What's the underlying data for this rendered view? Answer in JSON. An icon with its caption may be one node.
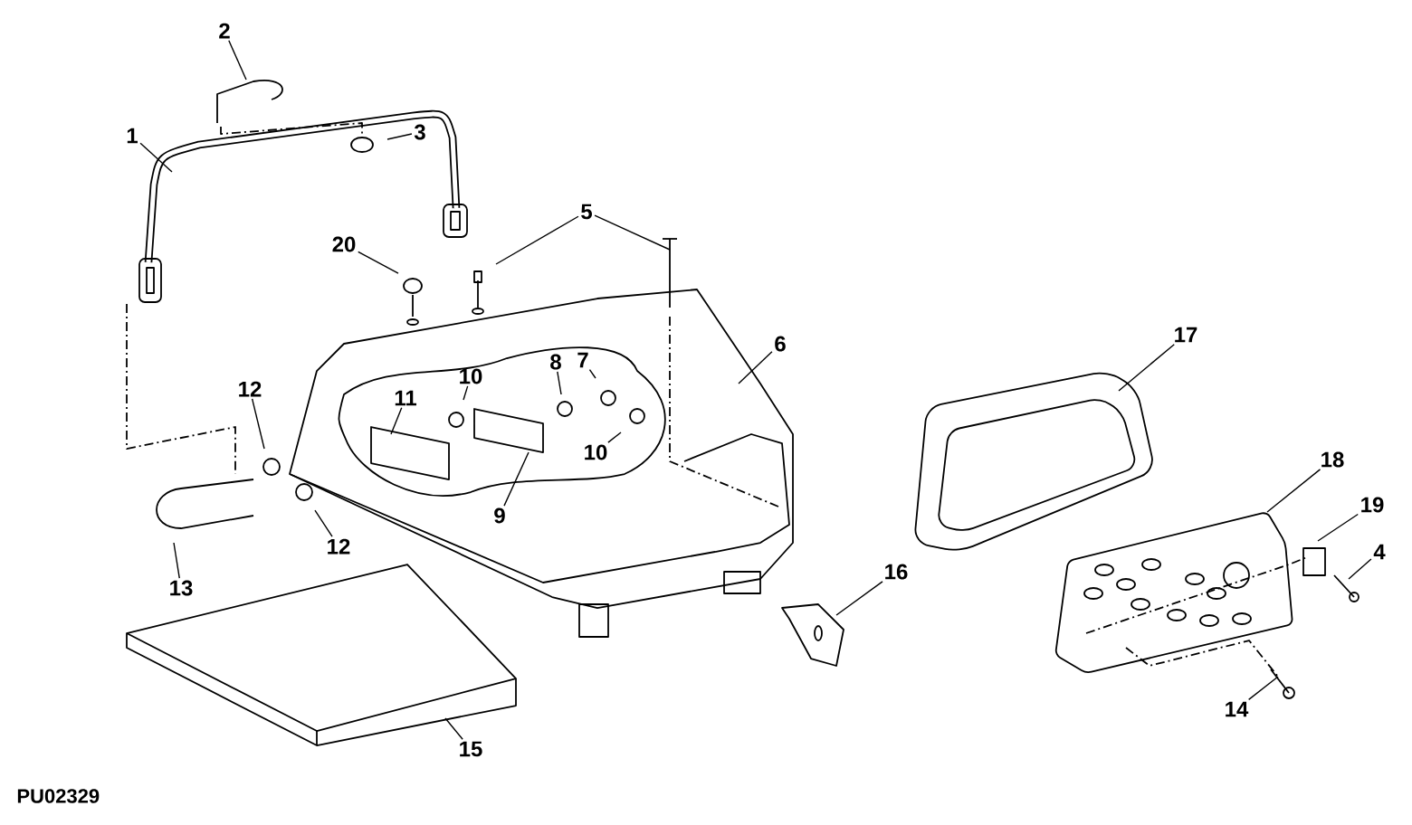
{
  "diagram": {
    "nodes": [
      {
        "text": [
          "2"
        ]
      },
      {
        "text": [
          "1"
        ]
      },
      {
        "text": [
          "3"
        ]
      },
      {
        "text": [
          "5"
        ]
      },
      {
        "text": [
          "20"
        ]
      },
      {
        "text": [
          "6"
        ]
      },
      {
        "text": [
          "8"
        ]
      },
      {
        "text": [
          "7"
        ]
      },
      {
        "text": [
          "10"
        ]
      },
      {
        "text": [
          "11"
        ]
      },
      {
        "text": [
          "12"
        ]
      },
      {
        "text": [
          "9"
        ]
      },
      {
        "text": [
          "10"
        ]
      },
      {
        "text": [
          "12"
        ]
      },
      {
        "text": [
          "13"
        ]
      },
      {
        "text": [
          "15"
        ]
      },
      {
        "text": [
          "17"
        ]
      },
      {
        "text": [
          "18"
        ]
      },
      {
        "text": [
          "19"
        ]
      },
      {
        "text": [
          "4"
        ]
      },
      {
        "text": [
          "16"
        ]
      },
      {
        "text": [
          "14"
        ]
      }
    ],
    "edges": [
      {
        "from": 0,
        "to": null,
        "arrow": "none"
      },
      {
        "from": 1,
        "to": null,
        "arrow": "none"
      },
      {
        "from": 2,
        "to": null,
        "arrow": "none"
      },
      {
        "from": 3,
        "to": null,
        "arrow": "none"
      },
      {
        "from": 3,
        "to": null,
        "arrow": "none"
      },
      {
        "from": 4,
        "to": null,
        "arrow": "none"
      },
      {
        "from": 5,
        "to": null,
        "arrow": "none"
      },
      {
        "from": 6,
        "to": null,
        "arrow": "none"
      },
      {
        "from": 7,
        "to": null,
        "arrow": "none"
      },
      {
        "from": 8,
        "to": null,
        "arrow": "none"
      },
      {
        "from": 9,
        "to": null,
        "arrow": "none"
      },
      {
        "from": 10,
        "to": null,
        "arrow": "none"
      },
      {
        "from": 11,
        "to": null,
        "arrow": "none"
      },
      {
        "from": 12,
        "to": null,
        "arrow": "none"
      },
      {
        "from": 13,
        "to": null,
        "arrow": "none"
      },
      {
        "from": 14,
        "to": null,
        "arrow": "none"
      },
      {
        "from": 15,
        "to": null,
        "arrow": "none"
      },
      {
        "from": 16,
        "to": null,
        "arrow": "none"
      },
      {
        "from": 17,
        "to": null,
        "arrow": "none"
      },
      {
        "from": 18,
        "to": null,
        "arrow": "none"
      },
      {
        "from": 19,
        "to": null,
        "arrow": "none"
      },
      {
        "from": 20,
        "to": null,
        "arrow": "none"
      },
      {
        "from": 21,
        "to": null,
        "arrow": "none"
      }
    ],
    "labels": [
      "PU02329"
    ]
  }
}
